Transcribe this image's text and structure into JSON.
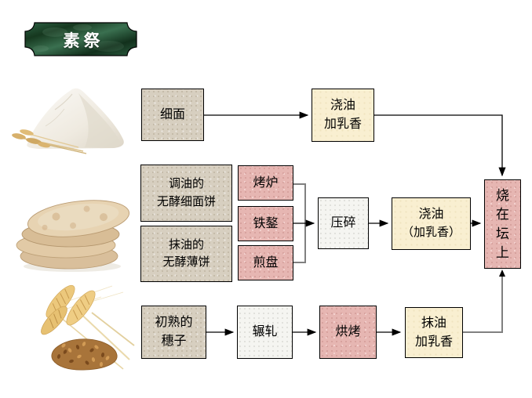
{
  "banner": {
    "label": "素祭"
  },
  "colors": {
    "banner_green": "#1c4a30",
    "box_tan": "#d7cfc0",
    "box_cream": "#f9efd1",
    "box_pink": "#e6b6b2",
    "box_paper": "#f5f5f1",
    "border_black": "#000000",
    "connector_gray": "#808080",
    "connector_black": "#000000",
    "banner_text": "#ffffff"
  },
  "icons": {
    "flour": "flour-pile-photo",
    "flatbread": "flatbread-stack-photo",
    "wheat": "wheat-ears-and-grain-photo"
  },
  "nodes": {
    "fine_flour": {
      "label": "细面"
    },
    "pour_oil_frankincense": {
      "line1": "浇油",
      "line2": "加乳香"
    },
    "oiled_cakes": {
      "line1": "调油的",
      "line2": "无酵细面饼"
    },
    "anointed_wafers": {
      "line1": "抹油的",
      "line2": "无酵薄饼"
    },
    "oven": {
      "label": "烤炉"
    },
    "griddle": {
      "label": "铁鏊"
    },
    "pan": {
      "label": "煎盘"
    },
    "crush": {
      "label": "压碎"
    },
    "pour_oil_frankincense_2": {
      "line1": "浇油",
      "line2": "（加乳香）"
    },
    "burn_on_altar": {
      "label": "烧在坛上",
      "chars": [
        "烧",
        "在",
        "坛",
        "上"
      ]
    },
    "firstfruit_ears": {
      "line1": "初熟的",
      "line2": "穗子"
    },
    "roll_crush": {
      "label": "辗轧"
    },
    "roast": {
      "label": "烘烤"
    },
    "smear_oil_frankincense": {
      "line1": "抹油",
      "line2": "加乳香"
    }
  }
}
